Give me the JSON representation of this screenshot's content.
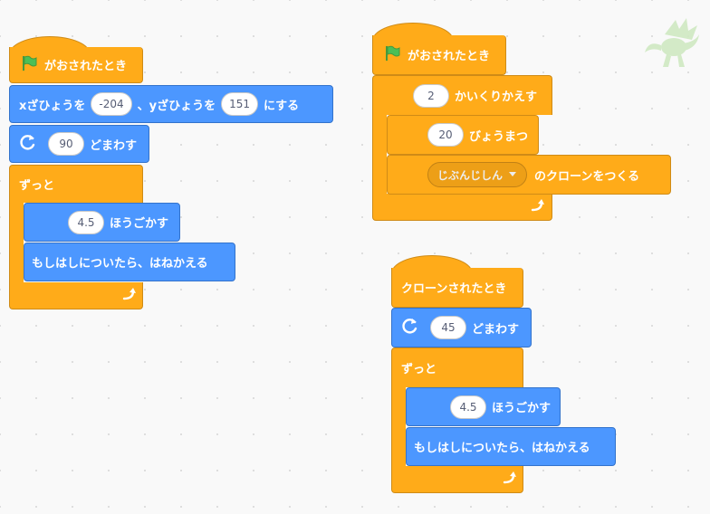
{
  "colors": {
    "events": "#ffab19",
    "control": "#ffab19",
    "motion": "#4c97ff",
    "flag": "#4cbf56"
  },
  "icons": {
    "green_flag": "green-flag-icon",
    "rotate": "rotate-right-icon",
    "loop": "loop-arrow-icon",
    "sprite": "dragon-sprite-icon",
    "dropdown": "dropdown-caret-icon"
  },
  "script1": {
    "hat": "がおされたとき",
    "goto": {
      "x_label": "xざひょうを",
      "x_value": "-204",
      "mid": "、yざひょうを",
      "y_value": "151",
      "end": "にする"
    },
    "turn": {
      "value": "90",
      "label": "どまわす"
    },
    "forever": "ずっと",
    "move": {
      "value": "4.5",
      "label": "ほうごかす"
    },
    "bounce": "もしはしについたら、はねかえる"
  },
  "script2": {
    "hat": "がおされたとき",
    "repeat": {
      "value": "2",
      "label": "かいくりかえす"
    },
    "wait": {
      "value": "20",
      "label": "びょうまつ"
    },
    "clone": {
      "option": "じぶんじしん",
      "label": "のクローンをつくる"
    }
  },
  "script3": {
    "hat": "クローンされたとき",
    "turn": {
      "value": "45",
      "label": "どまわす"
    },
    "forever": "ずっと",
    "move": {
      "value": "4.5",
      "label": "ほうごかす"
    },
    "bounce": "もしはしについたら、はねかえる"
  }
}
